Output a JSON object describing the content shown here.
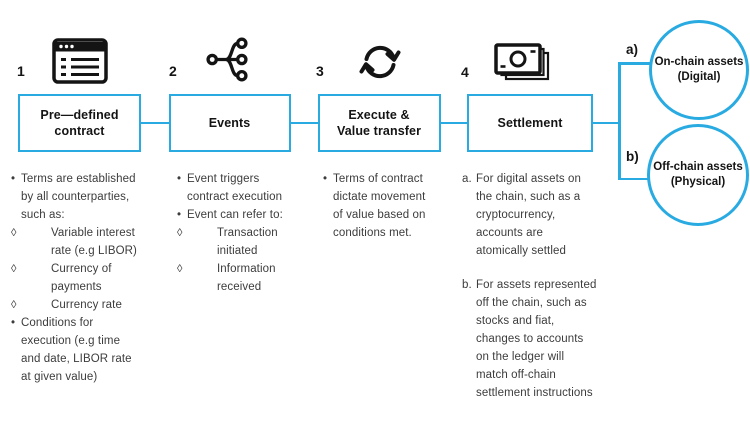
{
  "palette": {
    "accent": "#29ABE2",
    "ink": "#141414",
    "body_text": "#3C3C3C"
  },
  "steps": [
    {
      "number": "1",
      "icon": "contract-window-icon",
      "title": "Pre—defined\ncontract",
      "items": [
        {
          "marker": "•",
          "text": "Terms are established\nby all counterparties,\nsuch as:"
        },
        {
          "marker": "◊",
          "text": "Variable interest\nrate (e.g LIBOR)"
        },
        {
          "marker": "◊",
          "text": "Currency of\npayments"
        },
        {
          "marker": "◊",
          "text": "Currency rate"
        },
        {
          "marker": "•",
          "text": "Conditions for\nexecution (e.g time\nand date, LIBOR rate\nat given value)"
        }
      ]
    },
    {
      "number": "2",
      "icon": "branch-events-icon",
      "title": "Events",
      "items": [
        {
          "marker": "•",
          "text": "Event triggers\ncontract execution"
        },
        {
          "marker": "•",
          "text": "Event can refer to:"
        },
        {
          "marker": "◊",
          "text": "Transaction\ninitiated"
        },
        {
          "marker": "◊",
          "text": "Information\nreceived"
        }
      ]
    },
    {
      "number": "3",
      "icon": "cycle-arrows-icon",
      "title": "Execute &\nValue transfer",
      "items": [
        {
          "marker": "•",
          "text": "Terms of contract\ndictate movement\nof value based on\nconditions met."
        }
      ]
    },
    {
      "number": "4",
      "icon": "banknotes-icon",
      "title": "Settlement",
      "items": [
        {
          "marker": "a.",
          "text": "For digital assets on\nthe chain, such as a\ncryptocurrency,\naccounts are\natomically settled"
        },
        {
          "marker": "b.",
          "text": "For assets represented\noff the chain, such as\nstocks and fiat,\nchanges to accounts\non the ledger will\nmatch off-chain\nsettlement instructions"
        }
      ]
    }
  ],
  "outcomes": [
    {
      "label": "a)",
      "name": "On-chain assets\n(Digital)"
    },
    {
      "label": "b)",
      "name": "Off-chain assets\n(Physical)"
    }
  ]
}
